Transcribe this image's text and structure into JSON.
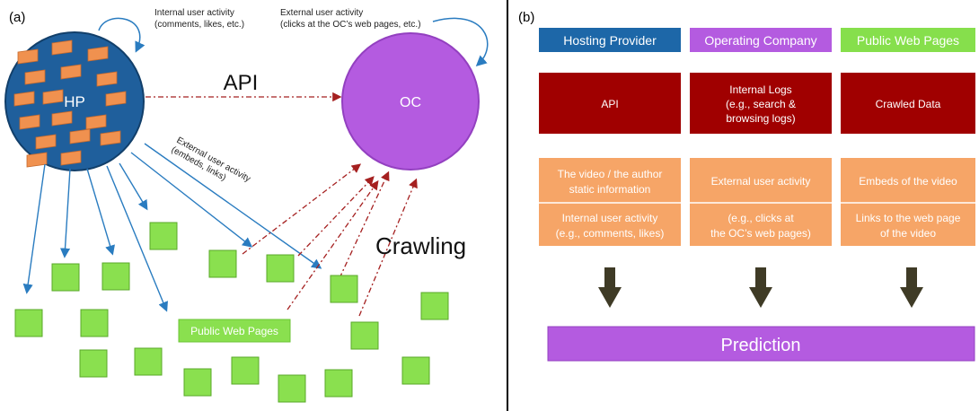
{
  "panel_a": {
    "label": "(a)",
    "hp_label": "HP",
    "oc_label": "OC",
    "api_label": "API",
    "crawling_label": "Crawling",
    "internal_activity": [
      "Internal user activity",
      "(comments, likes, etc.)"
    ],
    "external_activity_oc": [
      "External user activity",
      "(clicks at the OC’s web pages, etc.)"
    ],
    "external_activity_diag": [
      "External user activity",
      "(embeds, links)"
    ],
    "public_web_pages_label": "Public Web Pages"
  },
  "panel_b": {
    "label": "(b)",
    "headers": [
      "Hosting Provider",
      "Operating Company",
      "Public Web Pages"
    ],
    "sources": [
      [
        "API"
      ],
      [
        "Internal Logs",
        "(e.g., search &",
        "browsing logs)"
      ],
      [
        "Crawled Data"
      ]
    ],
    "features_top": [
      [
        "The video / the author",
        "static information"
      ],
      [
        "External user activity"
      ],
      [
        "Embeds of the video"
      ]
    ],
    "features_bottom": [
      [
        "Internal user activity",
        "(e.g., comments, likes)"
      ],
      [
        "(e.g., clicks at",
        "the OC’s web pages)"
      ],
      [
        "Links to the web page",
        "of the video"
      ]
    ],
    "prediction_label": "Prediction"
  },
  "colors": {
    "hp_blue": "#1f5f9c",
    "oc_purple": "#b45be0",
    "page_green": "#8ae04f",
    "dark_red": "#a00000",
    "feature_orange": "#f6a567",
    "header_blue": "#1d67a8",
    "header_green": "#86df4c"
  }
}
